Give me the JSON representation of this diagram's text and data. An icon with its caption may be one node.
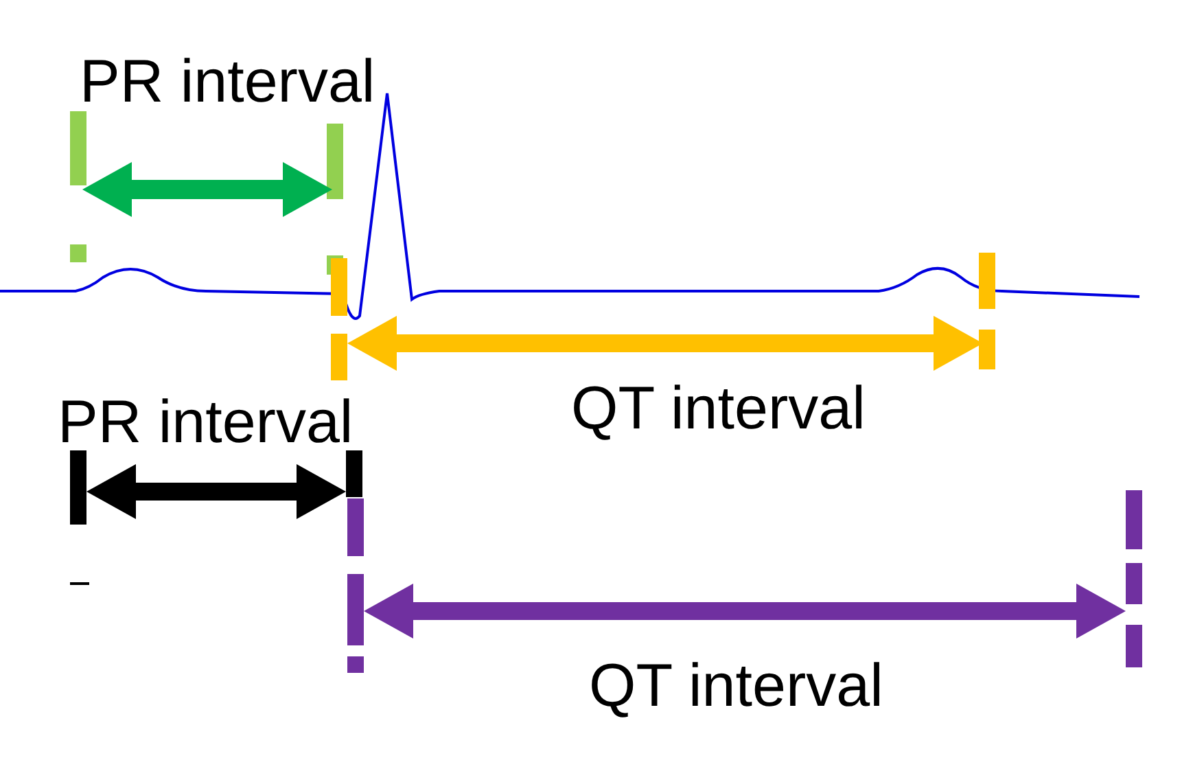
{
  "diagram": {
    "labels": [
      "PR interval",
      "QT interval",
      "PR interval",
      "QT interval"
    ]
  }
}
